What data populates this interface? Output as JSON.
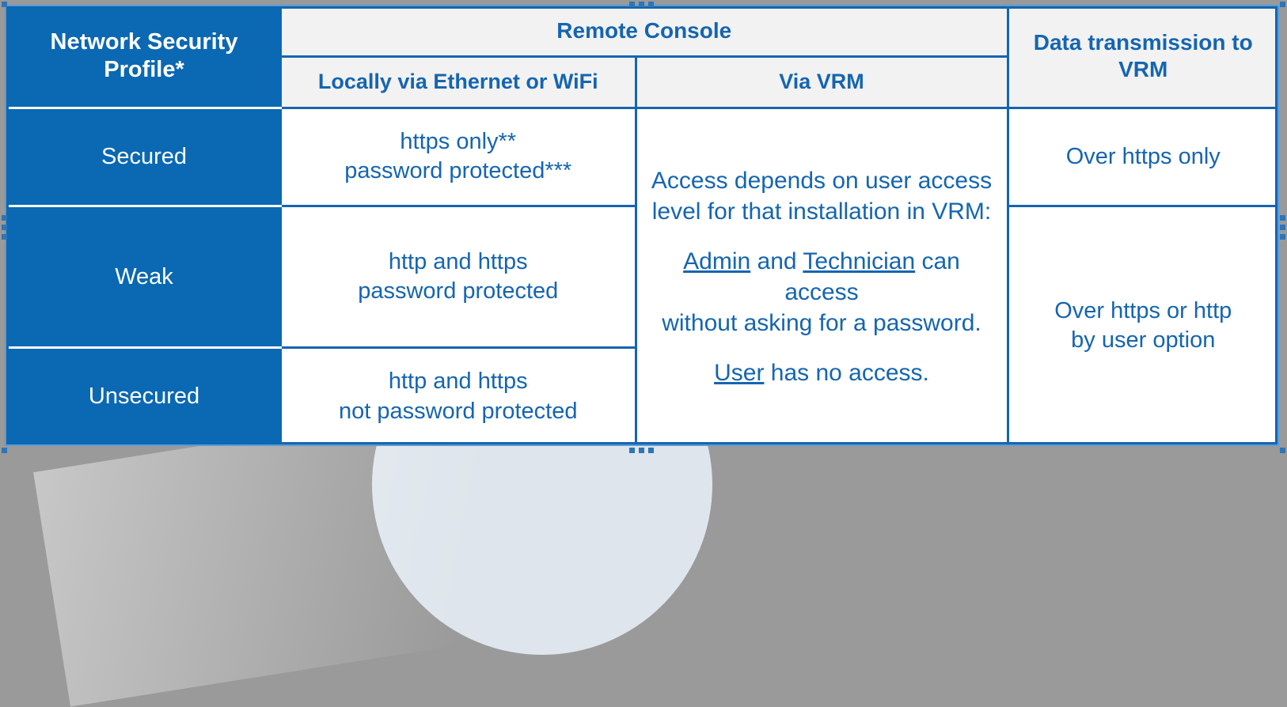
{
  "table": {
    "columns": {
      "profile_header": "Network Security Profile*",
      "group_header": "Remote Console",
      "sub_local": "Locally via Ethernet or WiFi",
      "sub_vrm": "Via VRM",
      "data_transmission": "Data transmission to VRM"
    },
    "rows": [
      {
        "profile": "Secured",
        "local_line1": "https only**",
        "local_line2": "password protected***",
        "transmission": "Over https only"
      },
      {
        "profile": "Weak",
        "local_line1": "http and https",
        "local_line2": "password protected",
        "transmission": "Over https or http by user option"
      },
      {
        "profile": "Unsecured",
        "local_line1": "http and https",
        "local_line2": "not password protected",
        "transmission": ""
      }
    ],
    "vrm_cell": {
      "para1_line1": "Access depends on user access",
      "para1_line2": "level for that installation in VRM:",
      "para2_prefix": "",
      "para2_link1": "Admin",
      "para2_mid": " and ",
      "para2_link2": "Technician",
      "para2_suffix": " can access",
      "para2_line2": "without asking for a password.",
      "para3_link": "User",
      "para3_suffix": " has no access."
    },
    "transmission_merged_line1": "Over https or http",
    "transmission_merged_line2": "by user option"
  },
  "colors": {
    "brand_blue": "#0b68b2",
    "text_blue": "#1565b0",
    "header_gray": "#f2f2f2",
    "white": "#ffffff",
    "canvas_gray": "#9a9a9a",
    "selection_blue": "#5b9bd5"
  }
}
